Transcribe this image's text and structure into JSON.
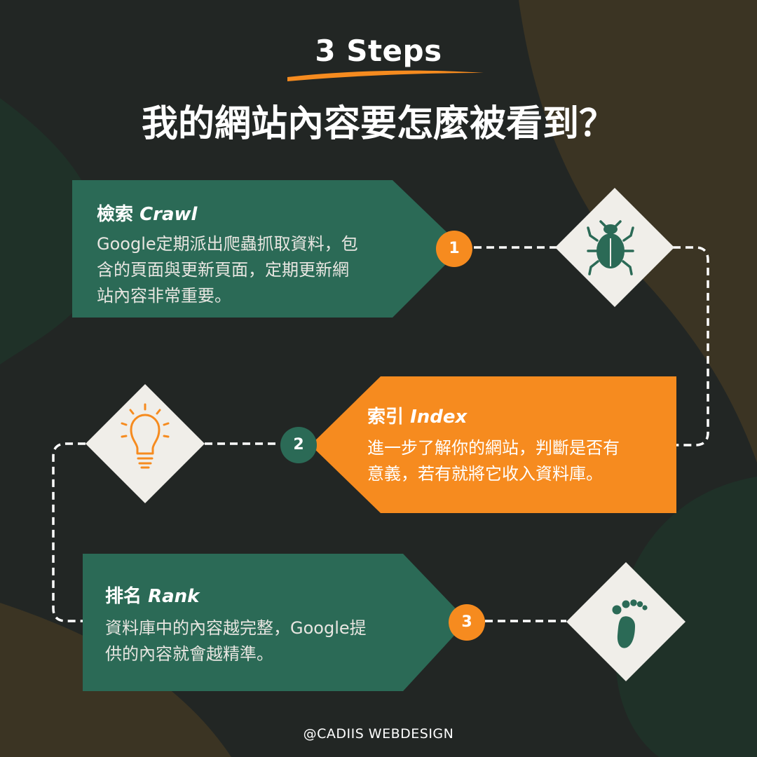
{
  "colors": {
    "background": "#222624",
    "green": "#2b6a56",
    "orange": "#f68b1f",
    "diamond": "#f0eee9",
    "icon_green": "#2b6a56",
    "icon_orange": "#f68b1f"
  },
  "header": {
    "kicker": "3 Steps",
    "title": "我的網站內容要怎麼被看到？"
  },
  "steps": [
    {
      "number": "1",
      "title_zh": "檢索",
      "title_en": "Crawl",
      "lines": [
        "Google定期派出爬蟲抓取資料，包",
        "含的頁面與更新頁面，定期更新網",
        "站內容非常重要。"
      ],
      "icon": "bug-icon"
    },
    {
      "number": "2",
      "title_zh": "索引",
      "title_en": "Index",
      "lines": [
        "進一步了解你的網站，判斷是否有",
        "意義，若有就將它收入資料庫。"
      ],
      "icon": "lightbulb-icon"
    },
    {
      "number": "3",
      "title_zh": "排名",
      "title_en": "Rank",
      "lines": [
        "資料庫中的內容越完整，Google提",
        "供的內容就會越精準。"
      ],
      "icon": "footprint-icon"
    }
  ],
  "footer": {
    "credit": "@CADIIS WEBDESIGN"
  }
}
